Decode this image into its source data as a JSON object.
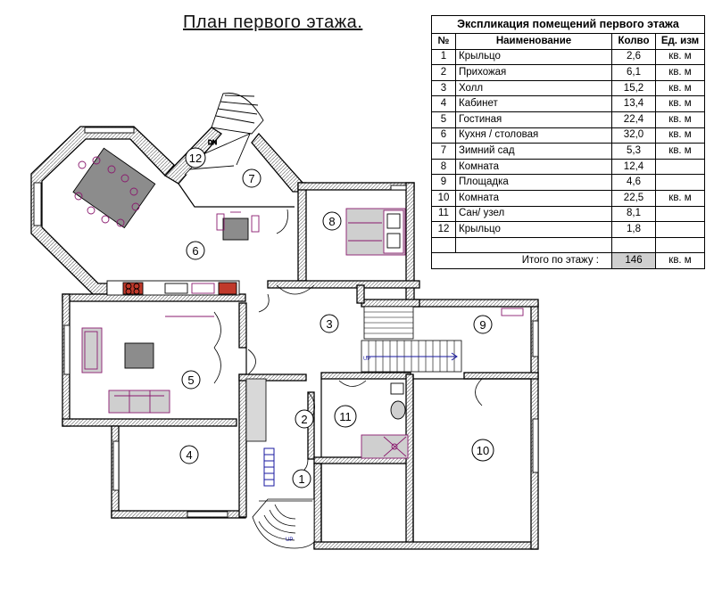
{
  "title": "План первого этажа.",
  "legend": {
    "caption": "Экспликация помещений первого этажа",
    "headers": [
      "№",
      "Наименование",
      "Колво",
      "Ед. изм"
    ],
    "rows": [
      {
        "n": "1",
        "name": "Крыльцо",
        "area": "2,6",
        "unit": "кв. м"
      },
      {
        "n": "2",
        "name": "Прихожая",
        "area": "6,1",
        "unit": "кв. м"
      },
      {
        "n": "3",
        "name": "Холл",
        "area": "15,2",
        "unit": "кв. м"
      },
      {
        "n": "4",
        "name": "Кабинет",
        "area": "13,4",
        "unit": "кв. м"
      },
      {
        "n": "5",
        "name": "Гостиная",
        "area": "22,4",
        "unit": "кв. м"
      },
      {
        "n": "6",
        "name": "Кухня / столовая",
        "area": "32,0",
        "unit": "кв. м"
      },
      {
        "n": "7",
        "name": "Зимний сад",
        "area": "5,3",
        "unit": "кв. м"
      },
      {
        "n": "8",
        "name": "Комната",
        "area": "12,4",
        "unit": ""
      },
      {
        "n": "9",
        "name": "Площадка",
        "area": "4,6",
        "unit": ""
      },
      {
        "n": "10",
        "name": "Комната",
        "area": "22,5",
        "unit": "кв. м"
      },
      {
        "n": "11",
        "name": "Сан/ узел",
        "area": "8,1",
        "unit": ""
      },
      {
        "n": "12",
        "name": "Крыльцо",
        "area": "1,8",
        "unit": ""
      }
    ],
    "total_label": "Итого по этажу  :",
    "total_value": "146",
    "total_unit": "кв. м"
  },
  "room_markers": [
    "1",
    "2",
    "3",
    "4",
    "5",
    "6",
    "7",
    "8",
    "9",
    "10",
    "11",
    "12"
  ],
  "stair_labels": {
    "main": "UP",
    "porch": "UP",
    "upper": "DN"
  },
  "colors": {
    "wall": "#000000",
    "furniture": "#8a1a6e",
    "stairs": "#1a1aa0",
    "hatch": "#808080"
  }
}
